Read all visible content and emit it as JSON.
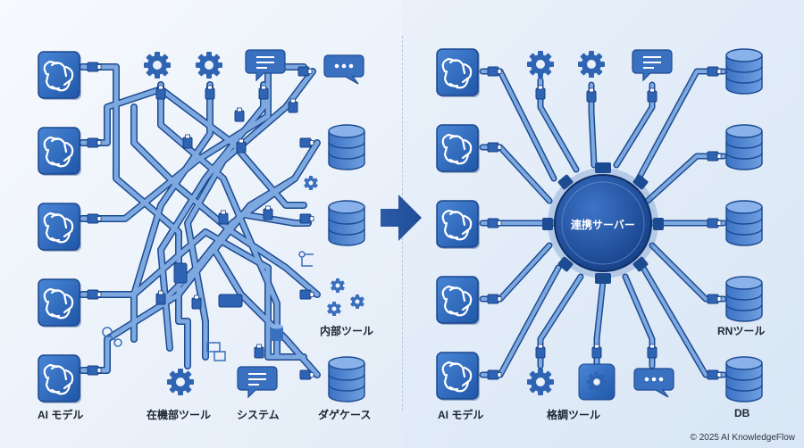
{
  "left": {
    "labels": {
      "ai_model": "AI モデル",
      "internal_tool": "内部ツール",
      "inventory_tool": "在機部ツール",
      "system": "システム",
      "database": "ダゲケース"
    }
  },
  "right": {
    "hub": "連携サーバー",
    "labels": {
      "ai_model": "AI モデル",
      "tools": "格調ツール",
      "rn_tool": "RNツール",
      "db": "DB"
    }
  },
  "copyright": "© 2025 AI KnowledgeFlow",
  "colors": {
    "primary": "#2f64b4",
    "dark": "#1d4b92",
    "light": "#8fb3e3",
    "hub": "#1e4fa0"
  }
}
